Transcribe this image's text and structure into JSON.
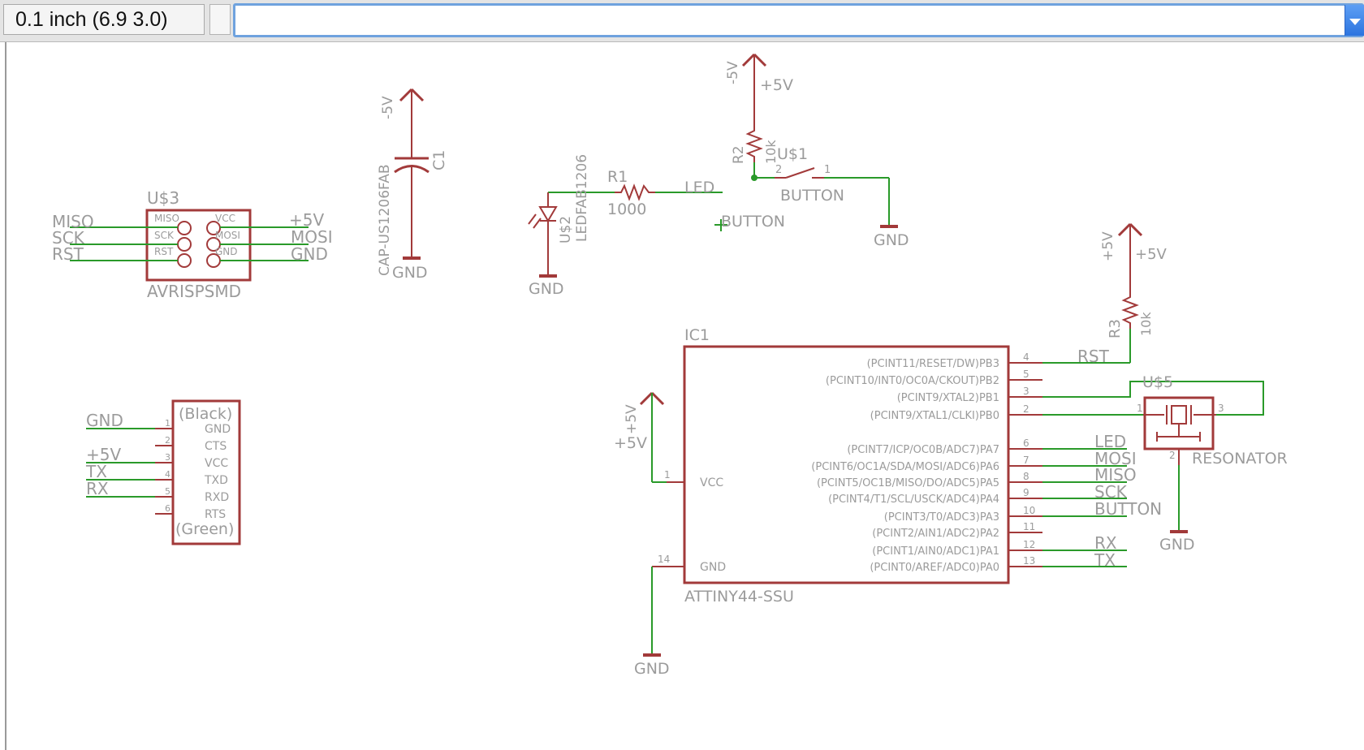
{
  "toolbar": {
    "coordinate_readout": "0.1 inch (6.9 3.0)",
    "command_input": ""
  },
  "colors": {
    "wire": "#2a9a2a",
    "symbol": "#a23a3a",
    "label": "#9b9b9b",
    "accent": "#6fa2de"
  },
  "nets": {
    "gnd": "GND",
    "p5v": "+5V",
    "n5v": "-5V",
    "miso": "MISO",
    "mosi": "MOSI",
    "sck": "SCK",
    "rst": "RST",
    "led": "LED",
    "button": "BUTTON",
    "tx": "TX",
    "rx": "RX"
  },
  "u3": {
    "name": "U$3",
    "value": "AVRISPSMD",
    "pins_left": [
      "MISO",
      "SCK",
      "RST"
    ],
    "pins_right": [
      "VCC",
      "MOSI",
      "GND"
    ]
  },
  "c1": {
    "name": "C1",
    "value": "CAP-US1206FAB"
  },
  "led": {
    "name": "U$2",
    "value": "LEDFAB1206"
  },
  "r1": {
    "name": "R1",
    "value": "1000"
  },
  "r2": {
    "name": "R2",
    "value": "10k"
  },
  "r3": {
    "name": "R3",
    "value": "10k"
  },
  "u1": {
    "name": "U$1",
    "value": "BUTTON",
    "pin_nums": [
      "2",
      "1"
    ]
  },
  "ftdi": {
    "top": "(Black)",
    "bottom": "(Green)",
    "pins": [
      {
        "num": "1",
        "label": "GND"
      },
      {
        "num": "2",
        "label": "CTS"
      },
      {
        "num": "3",
        "label": "VCC"
      },
      {
        "num": "4",
        "label": "TXD"
      },
      {
        "num": "5",
        "label": "RXD"
      },
      {
        "num": "6",
        "label": "RTS"
      }
    ]
  },
  "ic1": {
    "name": "IC1",
    "value": "ATTINY44-SSU",
    "vcc_label": "VCC",
    "gnd_label": "GND",
    "vcc_pin": "1",
    "gnd_pin": "14",
    "pins": [
      {
        "num": "4",
        "label": "(PCINT11/RESET/DW)PB3"
      },
      {
        "num": "5",
        "label": "(PCINT10/INT0/OC0A/CKOUT)PB2"
      },
      {
        "num": "3",
        "label": "(PCINT9/XTAL2)PB1"
      },
      {
        "num": "2",
        "label": "(PCINT9/XTAL1/CLKI)PB0"
      },
      {
        "num": "6",
        "label": "(PCINT7/ICP/OC0B/ADC7)PA7"
      },
      {
        "num": "7",
        "label": "(PCINT6/OC1A/SDA/MOSI/ADC6)PA6"
      },
      {
        "num": "8",
        "label": "(PCINT5/OC1B/MISO/DO/ADC5)PA5"
      },
      {
        "num": "9",
        "label": "(PCINT4/T1/SCL/USCK/ADC4)PA4"
      },
      {
        "num": "10",
        "label": "(PCINT3/T0/ADC3)PA3"
      },
      {
        "num": "11",
        "label": "(PCINT2/AIN1/ADC2)PA2"
      },
      {
        "num": "12",
        "label": "(PCINT1/AIN0/ADC1)PA1"
      },
      {
        "num": "13",
        "label": "(PCINT0/AREF/ADC0)PA0"
      }
    ]
  },
  "u5": {
    "name": "U$5",
    "value": "RESONATOR",
    "pin_nums": [
      "1",
      "3",
      "2"
    ]
  }
}
